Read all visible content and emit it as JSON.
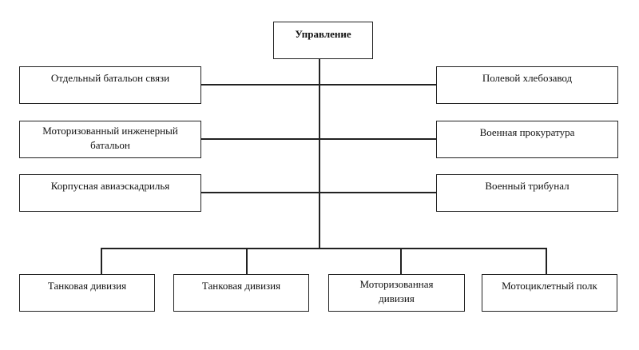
{
  "diagram": {
    "type": "org-chart",
    "root": {
      "label": "Управление"
    },
    "left_units": [
      {
        "label": "Отдельный батальон связи"
      },
      {
        "label": "Моторизованный инженерный батальон"
      },
      {
        "label": "Корпусная авиаэскадрилья"
      }
    ],
    "right_units": [
      {
        "label": "Полевой хлебозавод"
      },
      {
        "label": "Военная прокуратура"
      },
      {
        "label": "Военный трибунал"
      }
    ],
    "subordinate_units": [
      {
        "label": "Танковая дивизия"
      },
      {
        "label": "Танковая дивизия"
      },
      {
        "label": "Моторизованная дивизия"
      },
      {
        "label": "Мотоциклетный полк"
      }
    ],
    "edges": [
      [
        "Управление",
        "Отдельный батальон связи"
      ],
      [
        "Управление",
        "Моторизованный инженерный батальон"
      ],
      [
        "Управление",
        "Корпусная авиаэскадрилья"
      ],
      [
        "Управление",
        "Полевой хлебозавод"
      ],
      [
        "Управление",
        "Военная прокуратура"
      ],
      [
        "Управление",
        "Военный трибунал"
      ],
      [
        "Управление",
        "Танковая дивизия"
      ],
      [
        "Управление",
        "Танковая дивизия"
      ],
      [
        "Управление",
        "Моторизованная дивизия"
      ],
      [
        "Управление",
        "Мотоциклетный полк"
      ]
    ]
  }
}
